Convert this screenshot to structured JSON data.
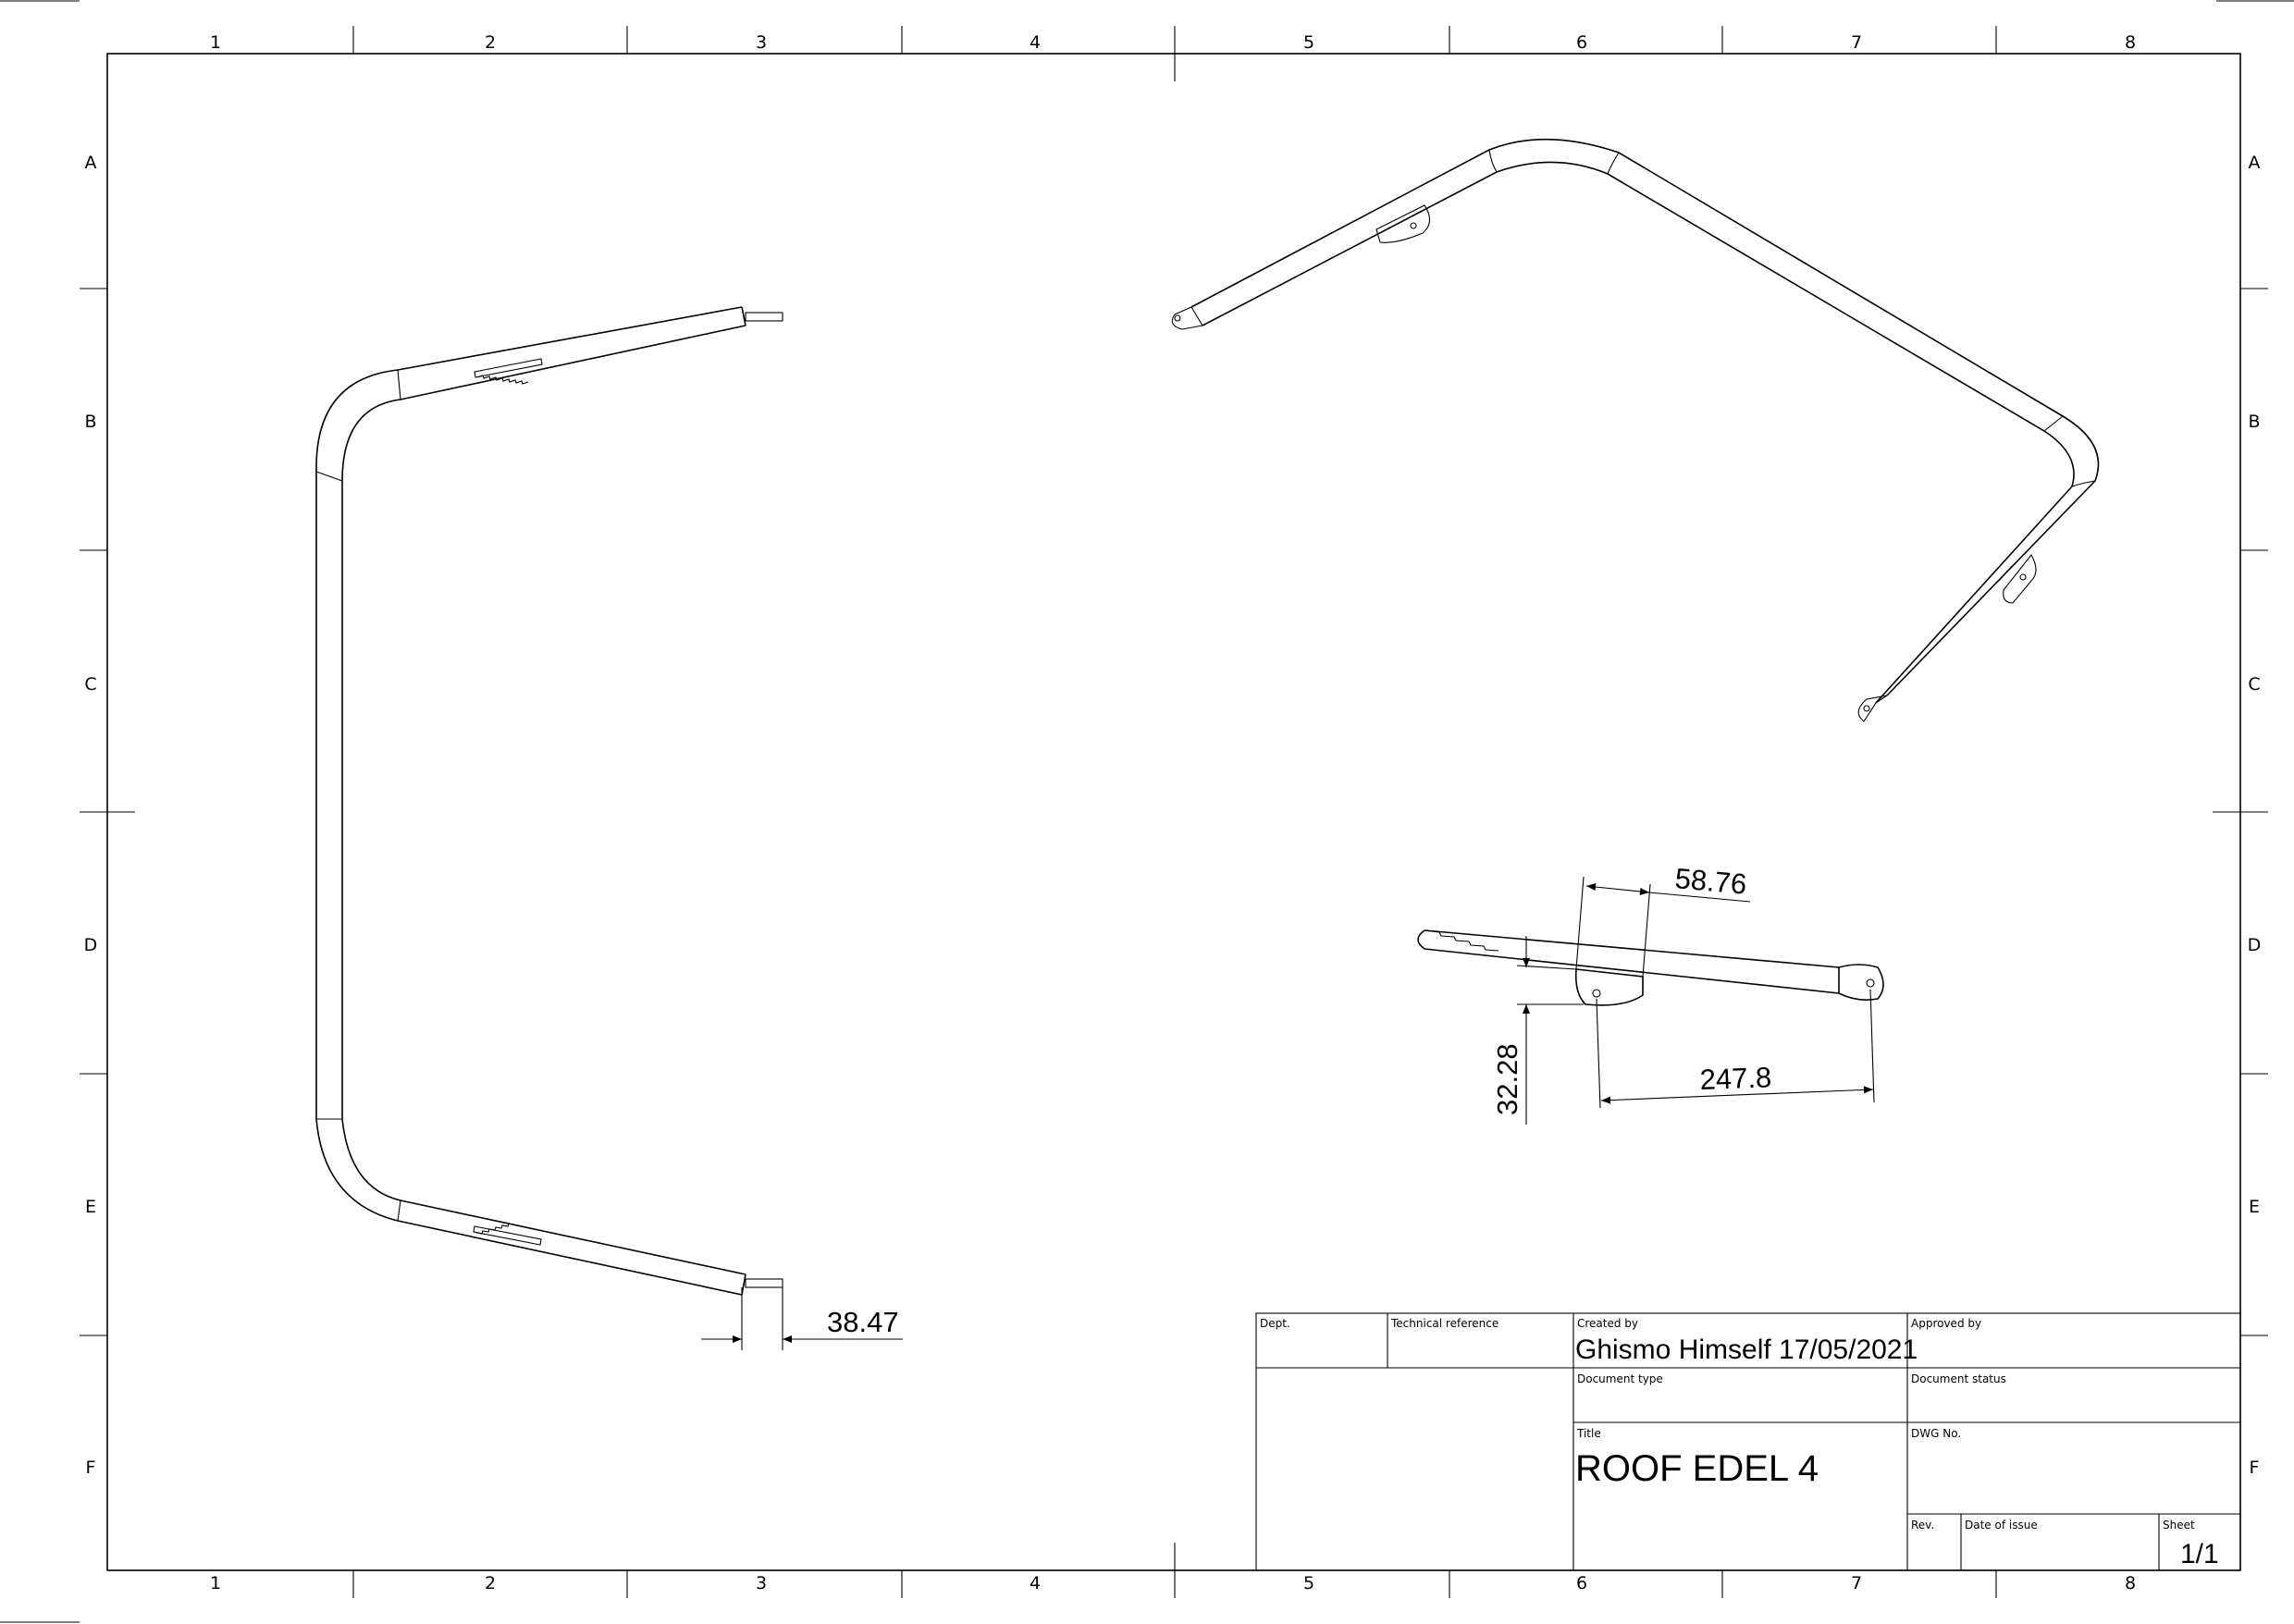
{
  "zones": {
    "columns": [
      "1",
      "2",
      "3",
      "4",
      "5",
      "6",
      "7",
      "8"
    ],
    "rows": [
      "A",
      "B",
      "C",
      "D",
      "E",
      "F"
    ]
  },
  "dimensions": {
    "end_length": "38.47",
    "bracket_width": "58.76",
    "bracket_offset": "32.28",
    "bracket_spacing": "247.8"
  },
  "title_block": {
    "dept_label": "Dept.",
    "tech_ref_label": "Technical reference",
    "created_by_label": "Created by",
    "created_by_value": "Ghismo Himself 17/05/2021",
    "approved_by_label": "Approved by",
    "doc_type_label": "Document type",
    "doc_status_label": "Document status",
    "title_label": "Title",
    "title_value": "ROOF EDEL 4",
    "dwg_no_label": "DWG No.",
    "rev_label": "Rev.",
    "date_of_issue_label": "Date of issue",
    "sheet_label": "Sheet",
    "sheet_value": "1/1"
  }
}
